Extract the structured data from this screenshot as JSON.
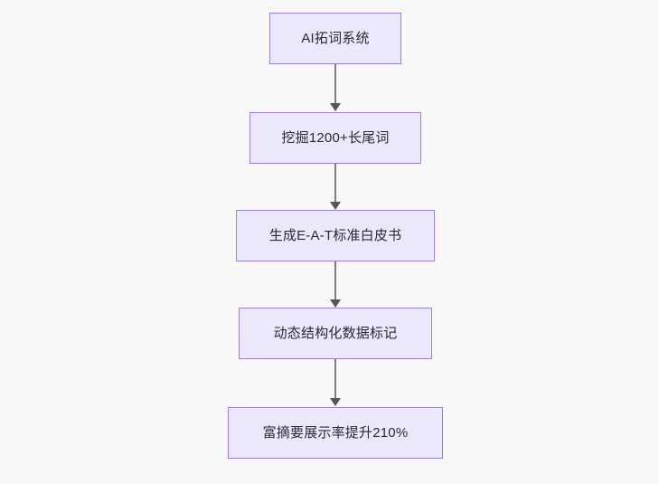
{
  "diagram": {
    "type": "flowchart",
    "direction": "top-to-bottom",
    "background_color": "#f8f8f8",
    "node_fill_color": "#ebe8fb",
    "node_border_color": "#9f7fd4",
    "node_text_color": "#262a36",
    "edge_color": "#7f7f7f",
    "arrowhead_color": "#555555",
    "nodes": [
      {
        "id": "n1",
        "label": "AI拓词系统"
      },
      {
        "id": "n2",
        "label": "挖掘1200+长尾词"
      },
      {
        "id": "n3",
        "label": "生成E-A-T标准白皮书"
      },
      {
        "id": "n4",
        "label": "动态结构化数据标记"
      },
      {
        "id": "n5",
        "label": "富摘要展示率提升210%"
      }
    ],
    "edges": [
      {
        "id": "e1",
        "from": "n1",
        "to": "n2",
        "label": ""
      },
      {
        "id": "e2",
        "from": "n2",
        "to": "n3",
        "label": ""
      },
      {
        "id": "e3",
        "from": "n3",
        "to": "n4",
        "label": ""
      },
      {
        "id": "e4",
        "from": "n4",
        "to": "n5",
        "label": ""
      }
    ]
  }
}
